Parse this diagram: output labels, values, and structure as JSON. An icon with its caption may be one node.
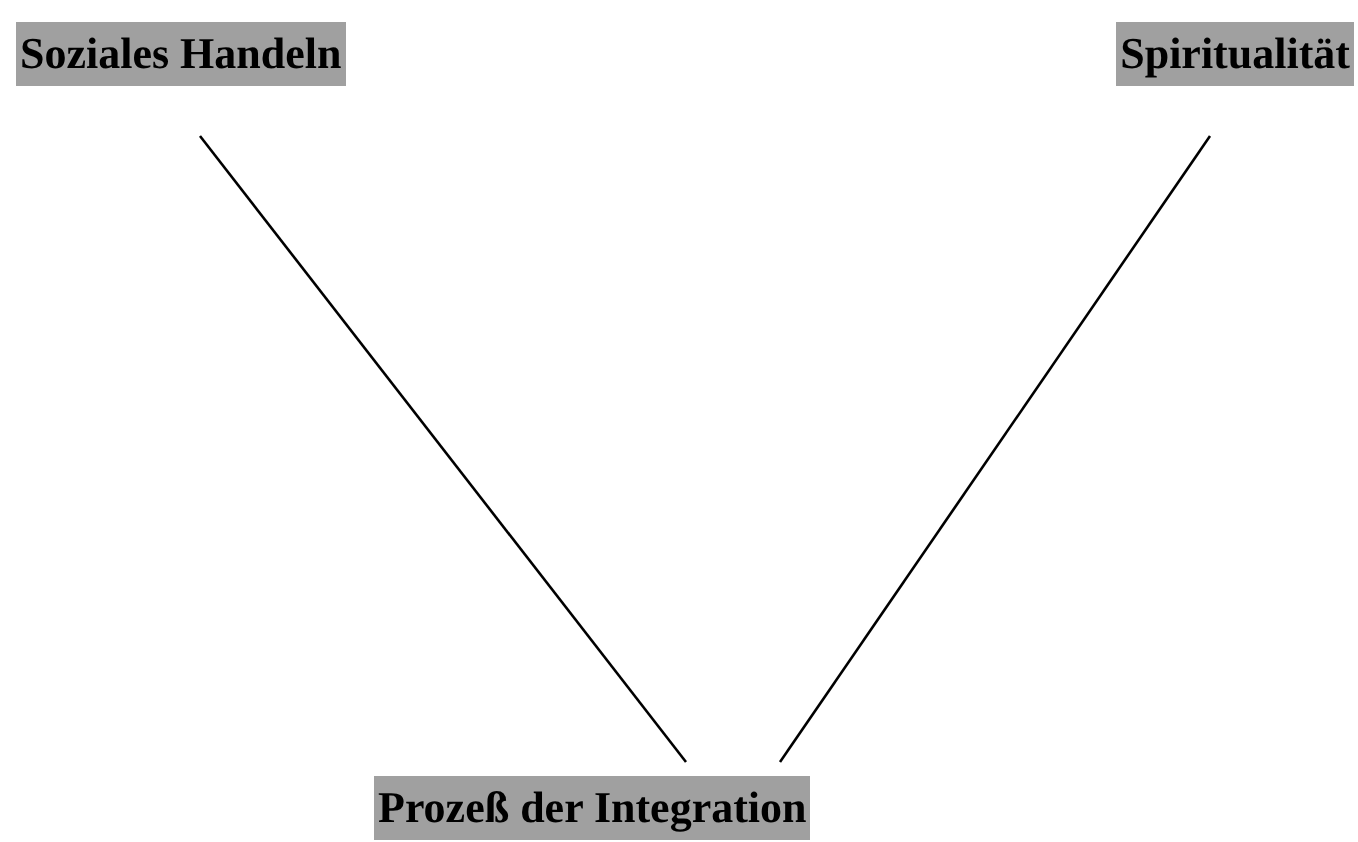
{
  "diagram": {
    "nodes": [
      {
        "text": [
          "Soziales Handeln"
        ]
      },
      {
        "text": [
          "Spiritualität"
        ]
      },
      {
        "text": [
          "Prozeß der Integration"
        ]
      }
    ],
    "edges": [
      {
        "from": 0,
        "to": 2,
        "arrow": "none"
      },
      {
        "from": 1,
        "to": 2,
        "arrow": "none"
      }
    ]
  }
}
